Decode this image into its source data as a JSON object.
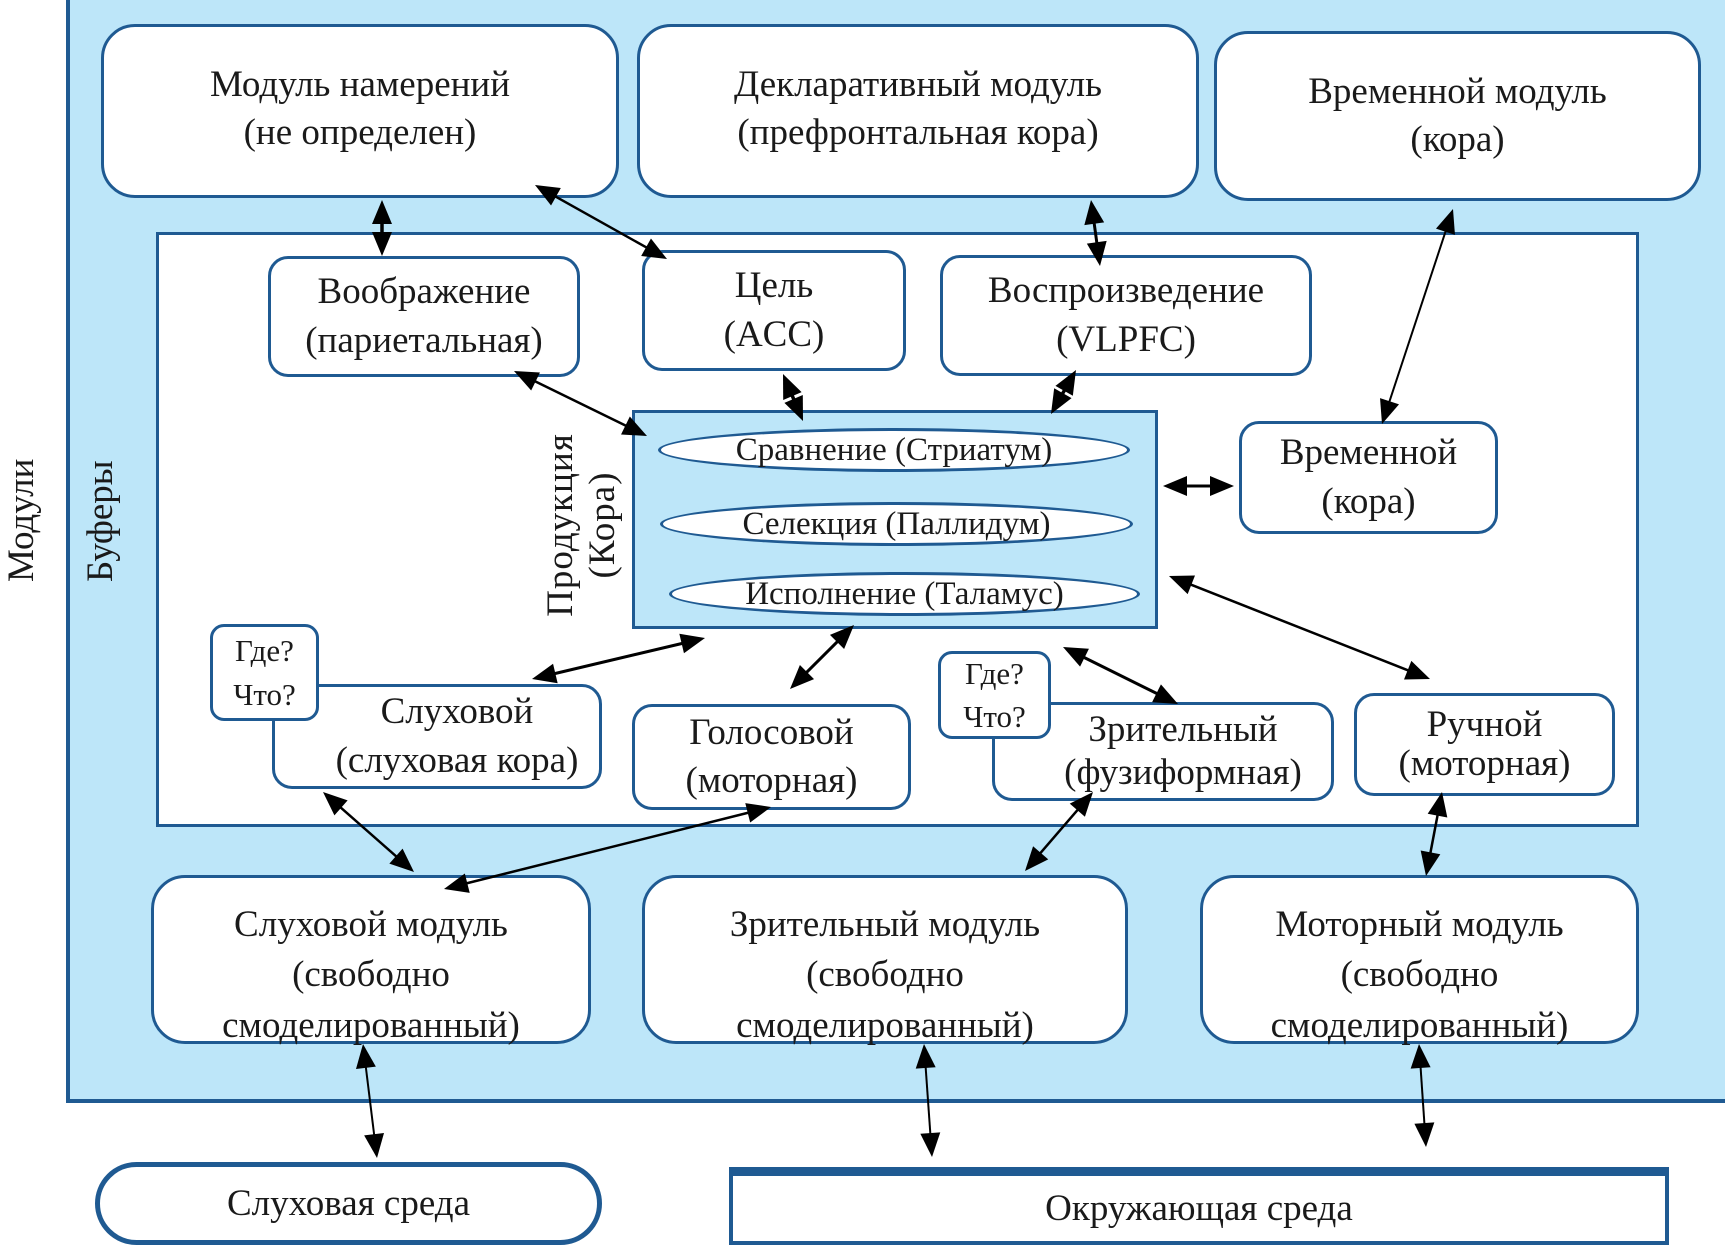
{
  "side_labels": {
    "modules": "Модули",
    "buffers": "Буферы",
    "production": [
      "Продукция",
      "(Кора)"
    ]
  },
  "top_modules": [
    {
      "id": "intentional",
      "lines": [
        "Модуль намерений",
        "(не определен)"
      ]
    },
    {
      "id": "declarative",
      "lines": [
        "Декларативный модуль",
        "(префронтальная кора)"
      ]
    },
    {
      "id": "temporal",
      "lines": [
        "Временной модуль",
        "(кора)"
      ]
    }
  ],
  "buffers": {
    "imaginal": [
      "Воображение",
      "(париетальная)"
    ],
    "goal": [
      "Цель",
      "(ACC)"
    ],
    "retrieval": [
      "Воспроизведение",
      "(VLPFC)"
    ],
    "temporal": [
      "Временной",
      "(кора)"
    ],
    "aural": [
      "Слуховой",
      "(слуховая кора)"
    ],
    "vocal": [
      "Голосовой",
      "(моторная)"
    ],
    "visual": [
      "Зрительный",
      "(фузиформная)"
    ],
    "manual": [
      "Ручной",
      "(моторная)"
    ],
    "where_what": [
      "Где?",
      "Что?"
    ]
  },
  "production": {
    "stages": [
      "Сравнение (Стриатум)",
      "Селекция (Паллидум)",
      "Исполнение (Таламус)"
    ]
  },
  "bottom_modules": [
    {
      "id": "aural",
      "lines": [
        "Слуховой модуль",
        "(свободно",
        "смоделированный)"
      ]
    },
    {
      "id": "visual",
      "lines": [
        "Зрительный модуль",
        "(свободно",
        "смоделированный)"
      ]
    },
    {
      "id": "motor",
      "lines": [
        "Моторный модуль",
        "(свободно",
        "смоделированный)"
      ]
    }
  ],
  "environments": {
    "aural": "Слуховая среда",
    "external": "Окружающая среда"
  },
  "connections": [
    {
      "from": "intentional-module",
      "to": "imaginal-buffer",
      "type": "bidirectional"
    },
    {
      "from": "intentional-module",
      "to": "goal-buffer",
      "type": "bidirectional"
    },
    {
      "from": "declarative-module",
      "to": "retrieval-buffer",
      "type": "bidirectional"
    },
    {
      "from": "temporal-module",
      "to": "temporal-buffer",
      "type": "bidirectional"
    },
    {
      "from": "imaginal-buffer",
      "to": "production",
      "type": "bidirectional"
    },
    {
      "from": "goal-buffer",
      "to": "production",
      "type": "bidirectional"
    },
    {
      "from": "retrieval-buffer",
      "to": "production",
      "type": "bidirectional"
    },
    {
      "from": "production",
      "to": "temporal-buffer",
      "type": "bidirectional"
    },
    {
      "from": "production",
      "to": "manual-buffer",
      "type": "bidirectional"
    },
    {
      "from": "production",
      "to": "aural-buffer",
      "type": "bidirectional"
    },
    {
      "from": "production",
      "to": "vocal-buffer",
      "type": "bidirectional"
    },
    {
      "from": "production",
      "to": "visual-buffer",
      "type": "bidirectional"
    },
    {
      "from": "aural-buffer",
      "to": "aural-module",
      "type": "bidirectional"
    },
    {
      "from": "vocal-buffer",
      "to": "aural-module",
      "type": "bidirectional"
    },
    {
      "from": "visual-buffer",
      "to": "visual-module",
      "type": "bidirectional"
    },
    {
      "from": "manual-buffer",
      "to": "motor-module",
      "type": "bidirectional"
    },
    {
      "from": "aural-module",
      "to": "aural-environment",
      "type": "bidirectional"
    },
    {
      "from": "visual-module",
      "to": "external-environment",
      "type": "bidirectional"
    },
    {
      "from": "motor-module",
      "to": "external-environment",
      "type": "bidirectional"
    }
  ]
}
